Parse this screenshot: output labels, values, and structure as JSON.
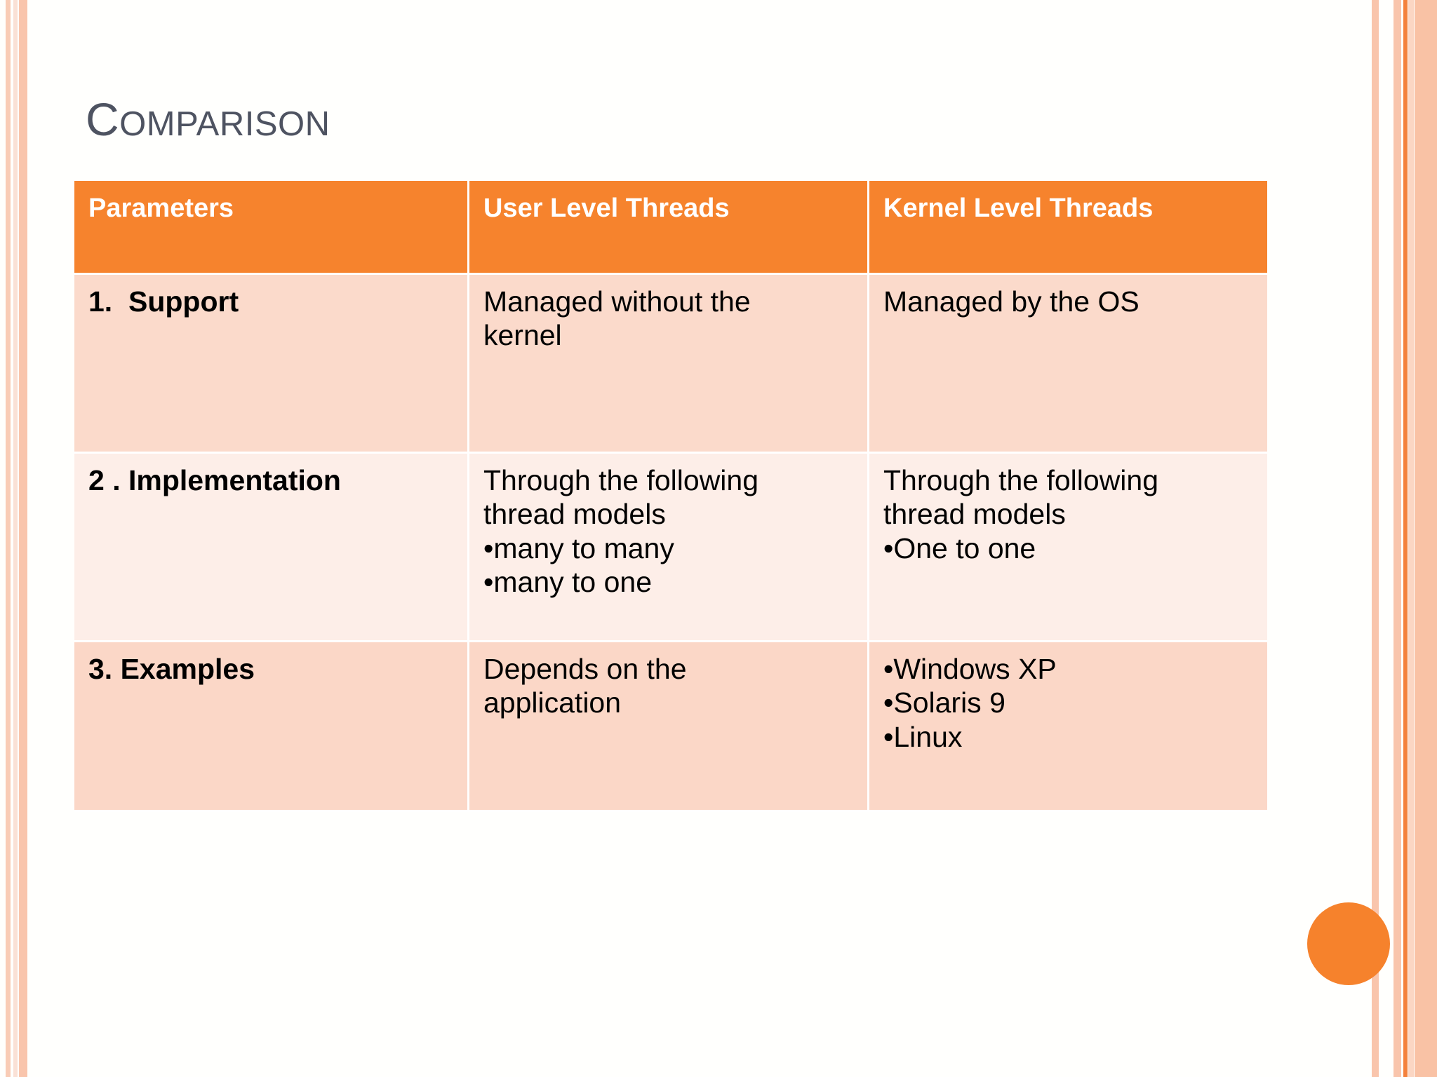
{
  "slide": {
    "title": "COMPARISON",
    "title_first_letter": "C",
    "title_rest": "OMPARISON",
    "accent_color": "#f6832d",
    "title_color": "#4e5361",
    "row_colors": [
      "#fbdacb",
      "#fdeee8",
      "#fbd7c7"
    ],
    "decoration": {
      "circle_color": "#f6822c",
      "stripe_colors": [
        "#f9ccb6",
        "#fae1d6",
        "#f9c5ac",
        "#f4813c",
        "#fbd6c3",
        "#f9c2a5"
      ]
    }
  },
  "table": {
    "headers": [
      "Parameters",
      "User Level Threads",
      "Kernel Level Threads"
    ],
    "rows": [
      {
        "parameter": "1.  Support",
        "user_level": {
          "lines": [
            "Managed without the",
            "kernel"
          ],
          "bullets": []
        },
        "kernel_level": {
          "lines": [
            "Managed by the OS"
          ],
          "bullets": []
        }
      },
      {
        "parameter": "2 . Implementation",
        "user_level": {
          "lines": [
            "Through the following",
            "thread models"
          ],
          "bullets": [
            "many to many",
            "many to one"
          ]
        },
        "kernel_level": {
          "lines": [
            "Through the following",
            "thread models"
          ],
          "bullets": [
            "One to one"
          ]
        }
      },
      {
        "parameter": "3. Examples",
        "user_level": {
          "lines": [
            "Depends on the",
            "application"
          ],
          "bullets": []
        },
        "kernel_level": {
          "lines": [],
          "bullets": [
            "Windows XP",
            "Solaris 9",
            "Linux"
          ]
        }
      }
    ]
  }
}
